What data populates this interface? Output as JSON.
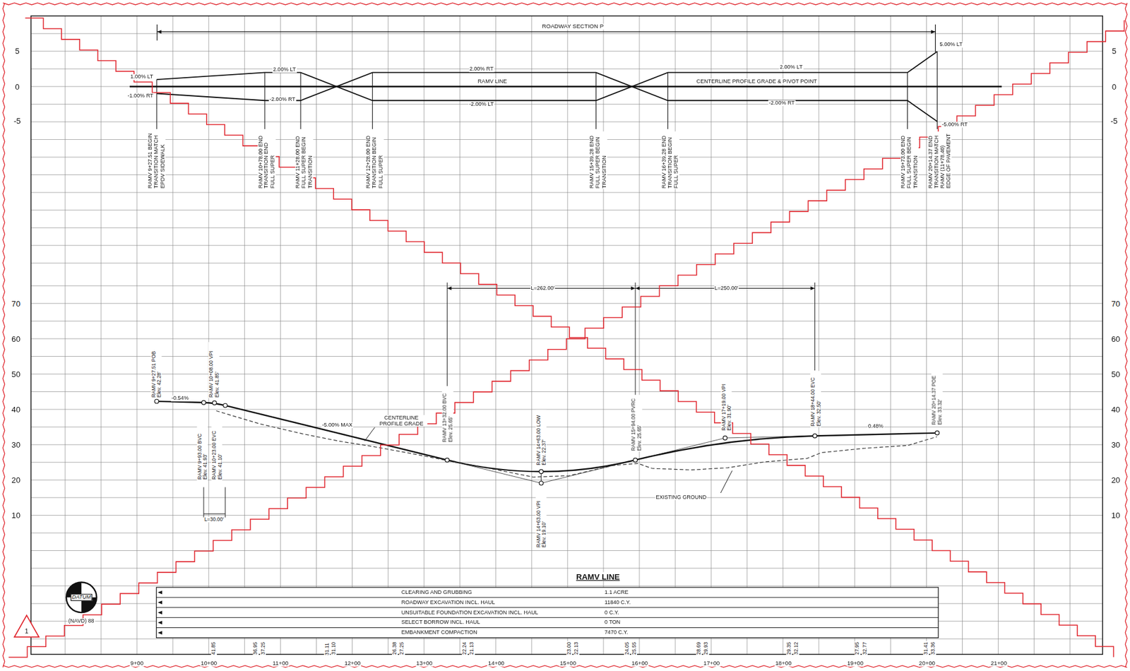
{
  "diagram": {
    "title": "RAMV LINE",
    "nodes": [
      {
        "text": [
          "DATUM",
          "(NAVD) 88"
        ]
      },
      {
        "text": [
          "1"
        ]
      }
    ],
    "labels": [
      "ROADWAY SECTION P",
      "5",
      "0",
      "-5",
      "5",
      "0",
      "-5",
      "1.00% LT",
      "-1.00% RT",
      "2.00% LT",
      "-2.00% RT",
      "2.00% RT",
      "RAMV LINE",
      "-2.00% LT",
      "2.00% LT",
      "CENTERLINE PROFILE GRADE & PIVOT POINT",
      "-2.00% RT",
      "5.00% LT",
      "-5.00% RT",
      "RAMV 9+27.51 BEGIN TRANSITION MATCH EPDV SIDEWALK",
      "RAMV 10+78.00 END TRANSITION END FULL SUPER",
      "RAMV 11+28.00 END FULL SUPER BEGIN TRANSITION",
      "RAMV 12+28.00 END TRANSITION BEGIN FULL SUPER",
      "RAMV 15+39.28 END FULL SUPER BEGIN TRANSITION",
      "RAMV 16+39.28 END TRANSITION BEGIN FULL SUPER",
      "RAMV 19+73.00 END FULL SUPER BEGIN TRANSITION",
      "RAMV 20+14.37 END TRANSITION MATCH RAMV (11+78.40) EDGE OF PAVEMENT",
      "70",
      "60",
      "50",
      "40",
      "30",
      "20",
      "10",
      "70",
      "60",
      "50",
      "40",
      "30",
      "20",
      "10",
      "L=262.00'",
      "L=250.00'",
      "RAMV 9+27.51 POB Elev. 42.28'",
      "RAMV 10+08.00 VPI Elev. 41.85'",
      "-0.54%",
      "RAMV 9+93.00 BVC Elev. 41.93'",
      "RAMV 10+23.00 EVC Elev. 41.10'",
      "L=30.00'",
      "-5.00% MAX",
      "CENTERLINE PROFILE GRADE",
      "RAMV 13+32.00 BVC Elev. 25.65'",
      "RAMV 14+63.00 LOW Elev. 22.37'",
      "RAMV 14+63.00 VPI Elev. 19.10'",
      "RAMV 15+94.00 PVRC Elev. 25.65'",
      "RAMV 17+19.00 VPI Elev. 31.90'",
      "RAMV 18+44.00 EVC Elev. 32.50'",
      "0.48%",
      "RAMV 20+14.37 POE Elev. 33.32'",
      "EXISTING GROUND",
      "CLEARING AND GRUBBING",
      "1.1 ACRE",
      "ROADWAY EXCAVATION INCL. HAUL",
      "11840 C.Y.",
      "UNSUITABLE FOUNDATION EXCAVATION INCL. HAUL",
      "0 C.Y.",
      "SELECT BORROW INCL. HAUL",
      "0 TON",
      "EMBANKMENT COMPACTION",
      "7470 C.Y.",
      "9+00",
      "10+00",
      "11+00",
      "12+00",
      "13+00",
      "14+00",
      "15+00",
      "16+00",
      "17+00",
      "18+00",
      "19+00",
      "20+00",
      "21+00",
      "41.85",
      "36.95",
      "37.25",
      "31.11",
      "31.10",
      "26.38",
      "27.25",
      "22.24",
      "21.13",
      "23.00",
      "22.13",
      "24.05",
      "25.55",
      "28.69",
      "29.93",
      "29.35",
      "32.12",
      "27.95",
      "32.77",
      "31.41",
      "33.36"
    ]
  }
}
